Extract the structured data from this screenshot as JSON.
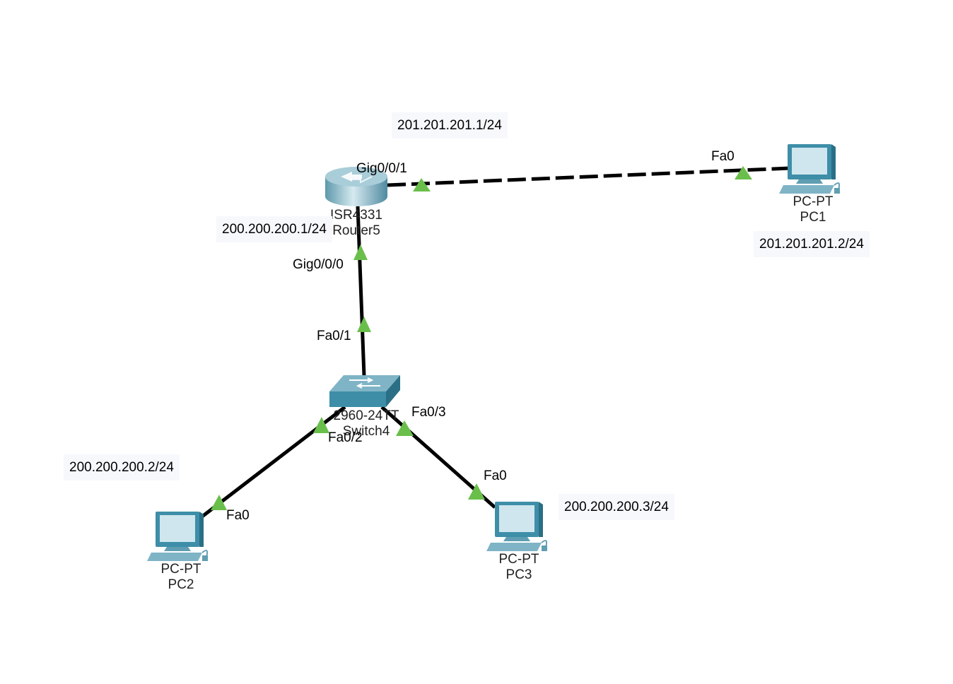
{
  "topology": {
    "devices": {
      "router": {
        "model": "ISR4331",
        "name": "Router5"
      },
      "switch": {
        "model": "2960-24TT",
        "name": "Switch4"
      },
      "pc1": {
        "model": "PC-PT",
        "name": "PC1"
      },
      "pc2": {
        "model": "PC-PT",
        "name": "PC2"
      },
      "pc3": {
        "model": "PC-PT",
        "name": "PC3"
      }
    },
    "ports": {
      "router_gig001": "Gig0/0/1",
      "router_gig000": "Gig0/0/0",
      "pc1_fa0": "Fa0",
      "switch_fa01": "Fa0/1",
      "switch_fa02": "Fa0/2",
      "switch_fa03": "Fa0/3",
      "pc2_fa0": "Fa0",
      "pc3_fa0": "Fa0"
    },
    "notes": {
      "router_gig001_ip": "201.201.201.1/24",
      "router_gig000_ip": "200.200.200.1/24",
      "pc1_ip": "201.201.201.2/24",
      "pc2_ip": "200.200.200.2/24",
      "pc3_ip": "200.200.200.3/24"
    },
    "colors": {
      "link_up": "#6abf4b",
      "link": "#000000",
      "device_blue": "#3e8ea8"
    }
  }
}
